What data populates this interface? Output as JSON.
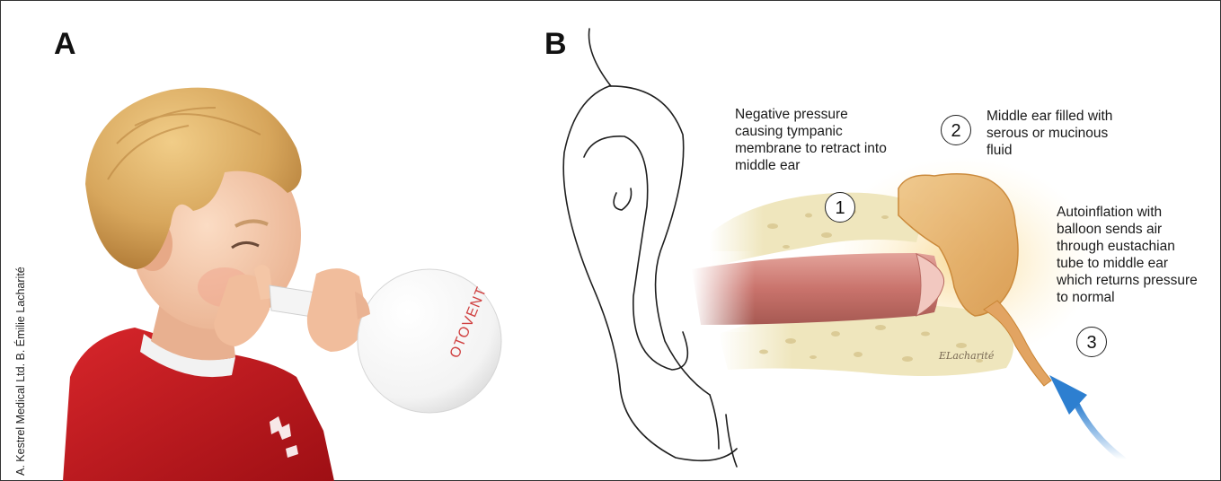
{
  "credit": "A. Kestrel Medical Ltd. B. Émilie Lacharité",
  "panels": {
    "a_letter": "A",
    "b_letter": "B"
  },
  "balloon_text": "OTOVENT",
  "annotations": [
    {
      "number": "1",
      "text": "Negative pressure causing tympanic membrane to retract into middle ear"
    },
    {
      "number": "2",
      "text": "Middle ear filled with serous or mucinous fluid"
    },
    {
      "number": "3",
      "text": "Autoinflation with balloon sends air through eustachian tube to middle ear which returns pressure to normal"
    }
  ],
  "signature": "ELacharité",
  "colors": {
    "shirt_red": "#c4161c",
    "hair": "#d2a058",
    "skin": "#f3c7a8",
    "bone": "#efe6bd",
    "canal": "#c9736c",
    "fluid": "#e7b56a",
    "arrow_blue": "#2d7fd0"
  }
}
